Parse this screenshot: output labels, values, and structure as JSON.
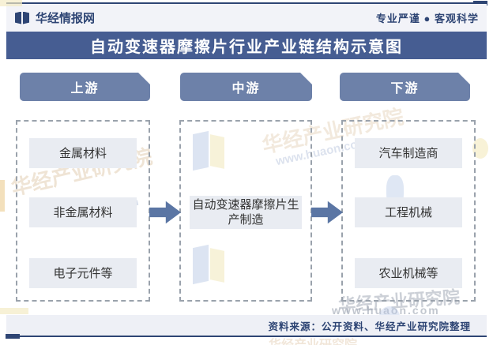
{
  "colors": {
    "navy": "#2e4574",
    "title-bar": "#465d92",
    "pill": "#6d81a9",
    "node-bg": "#e9ecf2",
    "node-text": "#333333",
    "arrow": "#5b76a4",
    "dash-border": "#9aa2ac",
    "strip-bg": "#f2f3f8",
    "footer-bg": "#eef0f6"
  },
  "brand": {
    "name": "华经情报网",
    "slogan": "专业严谨 ● 客观科学"
  },
  "title": "自动变速器摩擦片行业产业链结构示意图",
  "chain": {
    "upstream": {
      "label": "上游",
      "items": [
        "金属材料",
        "非金属材料",
        "电子元件等"
      ]
    },
    "midstream": {
      "label": "中游",
      "items": [
        "自动变速器摩擦片生产制造"
      ]
    },
    "downstream": {
      "label": "下游",
      "items": [
        "汽车制造商",
        "工程机械",
        "农业机械等"
      ]
    }
  },
  "footer": {
    "source": "资料来源：公开资料、华经产业研究院整理"
  },
  "watermark": {
    "name": "华经产业研究院",
    "url": "www.huaon.com"
  }
}
